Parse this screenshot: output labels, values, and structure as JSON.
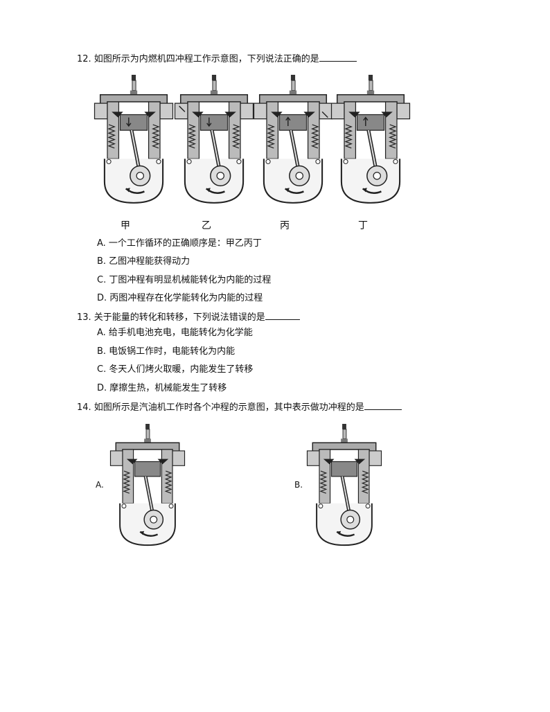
{
  "q12": {
    "stem": "12. 如图所示为内燃机四冲程工作示意图，下列说法正确的是",
    "captions": [
      "甲",
      "乙",
      "丙",
      "丁"
    ],
    "options": [
      "A. 一个工作循环的正确顺序是：甲乙丙丁",
      "B. 乙图冲程能获得动力",
      "C. 丁图冲程有明显机械能转化为内能的过程",
      "D. 丙图冲程存在化学能转化为内能的过程"
    ]
  },
  "q13": {
    "stem": "13. 关于能量的转化和转移，下列说法错误的是",
    "options": [
      "A. 给手机电池充电，电能转化为化学能",
      "B. 电饭锅工作时，电能转化为内能",
      "C. 冬天人们烤火取暖，内能发生了转移",
      "D. 摩擦生热，机械能发生了转移"
    ]
  },
  "q14": {
    "stem": "14. 如图所示是汽油机工作时各个冲程的示意图，其中表示做功冲程的是",
    "option_labels": [
      "A.",
      "B."
    ]
  }
}
